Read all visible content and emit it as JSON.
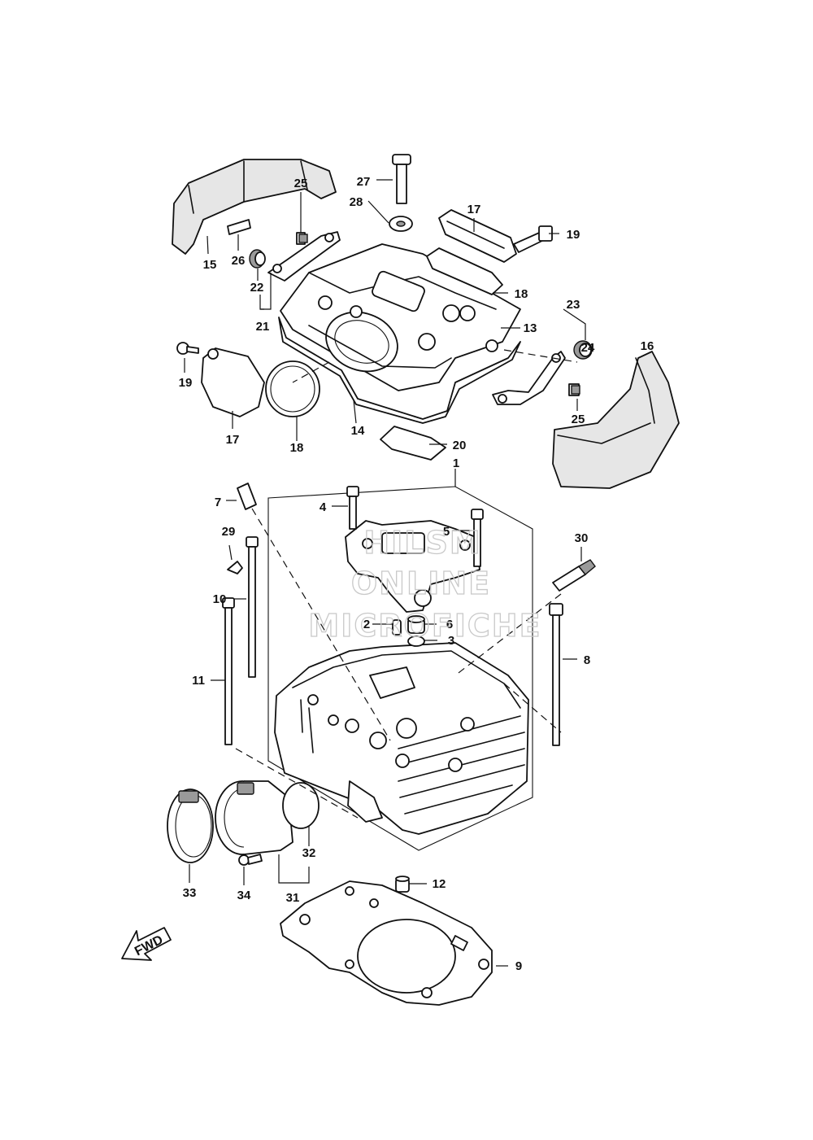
{
  "diagram": {
    "part_numbers": {
      "p1": "1",
      "p2": "2",
      "p3": "3",
      "p4": "4",
      "p5": "5",
      "p6": "6",
      "p7": "7",
      "p8": "8",
      "p9": "9",
      "p10": "10",
      "p11": "11",
      "p12": "12",
      "p13": "13",
      "p14": "14",
      "p15": "15",
      "p16": "16",
      "p17a": "17",
      "p17b": "17",
      "p18a": "18",
      "p18b": "18",
      "p19a": "19",
      "p19b": "19",
      "p20": "20",
      "p21": "21",
      "p22": "22",
      "p23": "23",
      "p24": "24",
      "p25a": "25",
      "p25b": "25",
      "p26": "26",
      "p27": "27",
      "p28": "28",
      "p29": "29",
      "p30": "30",
      "p31": "31",
      "p32": "32",
      "p33": "33",
      "p34": "34"
    },
    "direction_label": "FWD"
  },
  "watermark": {
    "line1": "HILSM",
    "line2": "ONLINE",
    "line3": "MICROFICHE"
  }
}
